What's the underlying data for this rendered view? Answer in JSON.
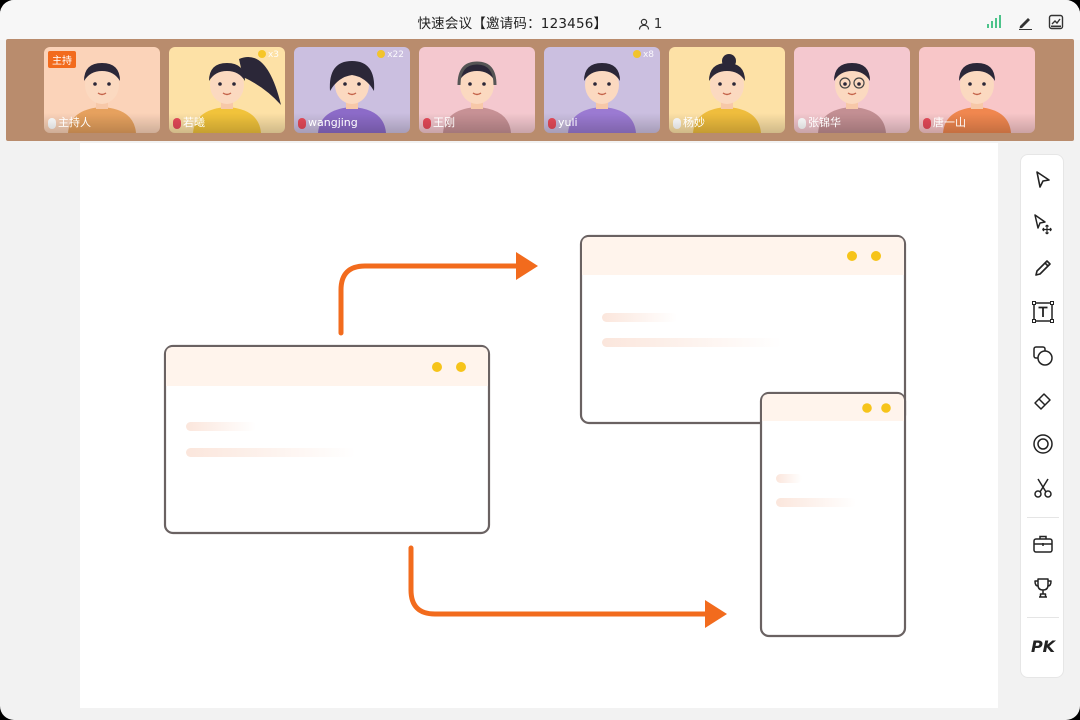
{
  "header": {
    "title": "快速会议【邀请码：123456】",
    "user_count": "1",
    "icons": [
      "signal-icon",
      "pen-icon",
      "chart-icon"
    ]
  },
  "participants": [
    {
      "name": "主持人",
      "badge": "主持",
      "bg": "#fbd3b9",
      "hair": "#2b2738",
      "shirt": "#e6a15e",
      "muted": false
    },
    {
      "name": "若曦",
      "reward": "x3",
      "bg": "#fde1a6",
      "hair": "#2b2738",
      "shirt": "#f1c33b",
      "muted": true
    },
    {
      "name": "wangjing",
      "reward": "x22",
      "bg": "#cbbfe0",
      "hair": "#2b2738",
      "shirt": "#8c6bc8",
      "muted": true
    },
    {
      "name": "王刚",
      "bg": "#f4c8cf",
      "hair": "#2b2738",
      "shirt": "#c79195",
      "muted": true
    },
    {
      "name": "yuli",
      "reward": "x8",
      "bg": "#cbbfe0",
      "hair": "#2b2738",
      "shirt": "#9b7ad2",
      "muted": true
    },
    {
      "name": "杨妙",
      "bg": "#fde1a6",
      "hair": "#2b2738",
      "shirt": "#efbd3d",
      "muted": false
    },
    {
      "name": "张锦华",
      "bg": "#f4c8cf",
      "hair": "#2b2738",
      "shirt": "#c38f93",
      "muted": false
    },
    {
      "name": "唐一山",
      "bg": "#f8c6c8",
      "hair": "#2b2738",
      "shirt": "#f0874f",
      "muted": true
    }
  ],
  "tools": [
    "pointer-icon",
    "select-move-icon",
    "pencil-icon",
    "text-icon",
    "shapes-icon",
    "eraser-icon",
    "laser-icon",
    "scissors-icon",
    "toolbox-icon",
    "trophy-icon"
  ],
  "pk_label": "PK",
  "colors": {
    "accent": "#f26b1d",
    "window_header": "#fff4ec",
    "window_dot": "#f6c41a",
    "strip": "#b98c6d"
  }
}
